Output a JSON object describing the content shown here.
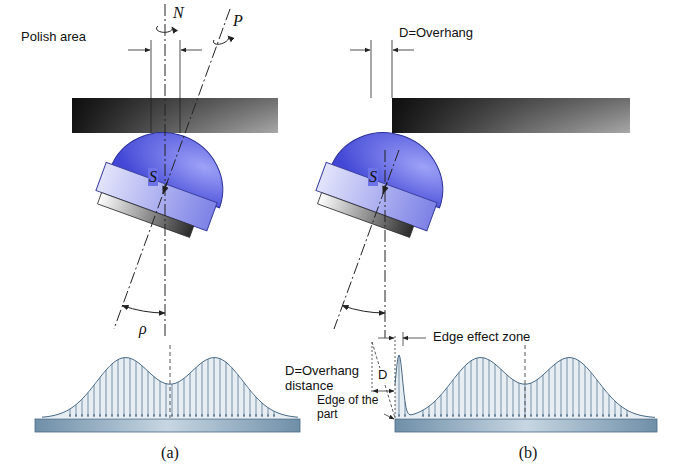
{
  "diagram": {
    "labels": [
      "N",
      "P",
      "Polish area",
      "S",
      "ρ",
      "D=Overhang",
      "S",
      "Edge effect zone",
      "D=Overhang distance",
      "D",
      "Edge of the part",
      "(a)",
      "(b)"
    ]
  }
}
